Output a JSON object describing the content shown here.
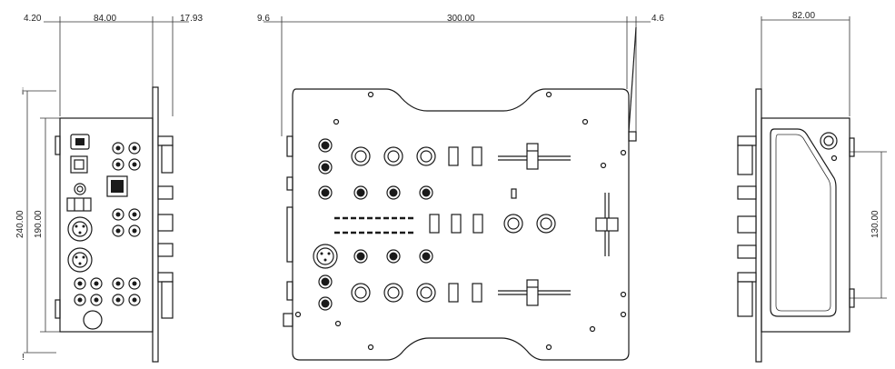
{
  "drawing": {
    "left_view": {
      "dims": {
        "top_offset": "4.20",
        "depth": "84.00",
        "panel_thickness": "17.93",
        "overall_height": "240.00",
        "body_height": "190.00"
      },
      "marks": [
        "i",
        "!"
      ]
    },
    "front_view": {
      "dims": {
        "left_offset": "9.6",
        "width": "300.00",
        "right_offset": "4.6"
      }
    },
    "right_view": {
      "dims": {
        "depth": "82.00",
        "window_height": "130.00"
      }
    }
  }
}
